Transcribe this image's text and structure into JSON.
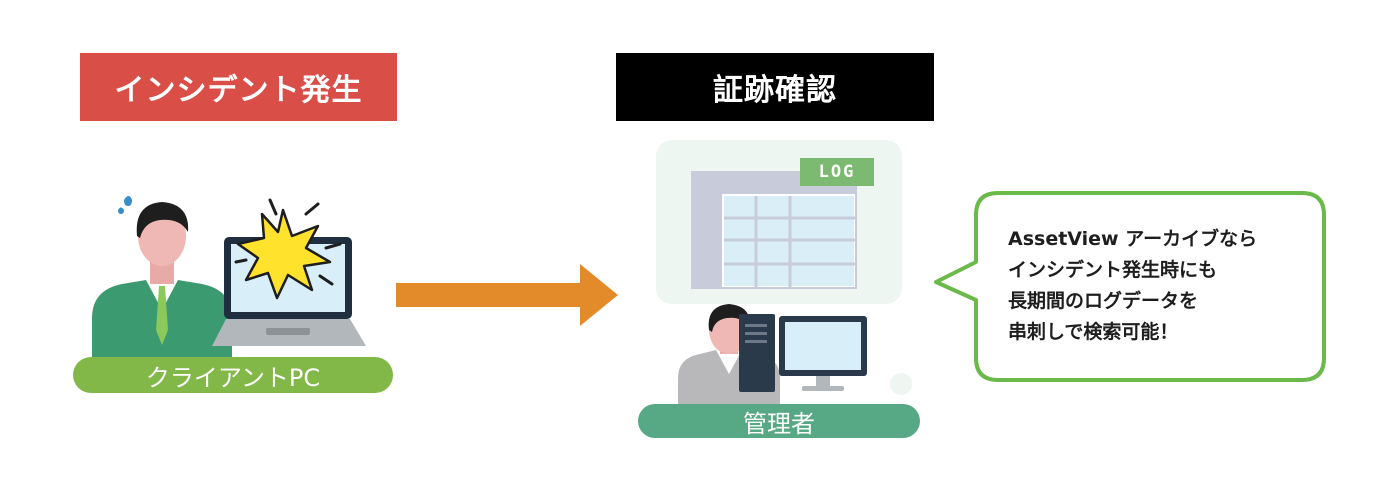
{
  "headers": {
    "incident": "インシデント発生",
    "evidence": "証跡確認"
  },
  "labels": {
    "client": "クライアントPC",
    "admin": "管理者",
    "log": "LOG"
  },
  "bubble": {
    "lines": [
      "AssetView アーカイブなら",
      "インシデント発生時にも",
      "長期間のログデータを",
      "串刺しで検索可能！"
    ]
  },
  "colors": {
    "incident_red": "#d94f48",
    "client_green": "#82b847",
    "admin_green": "#56a984",
    "arrow_orange": "#e38b2a",
    "bubble_border": "#6ab94a"
  }
}
